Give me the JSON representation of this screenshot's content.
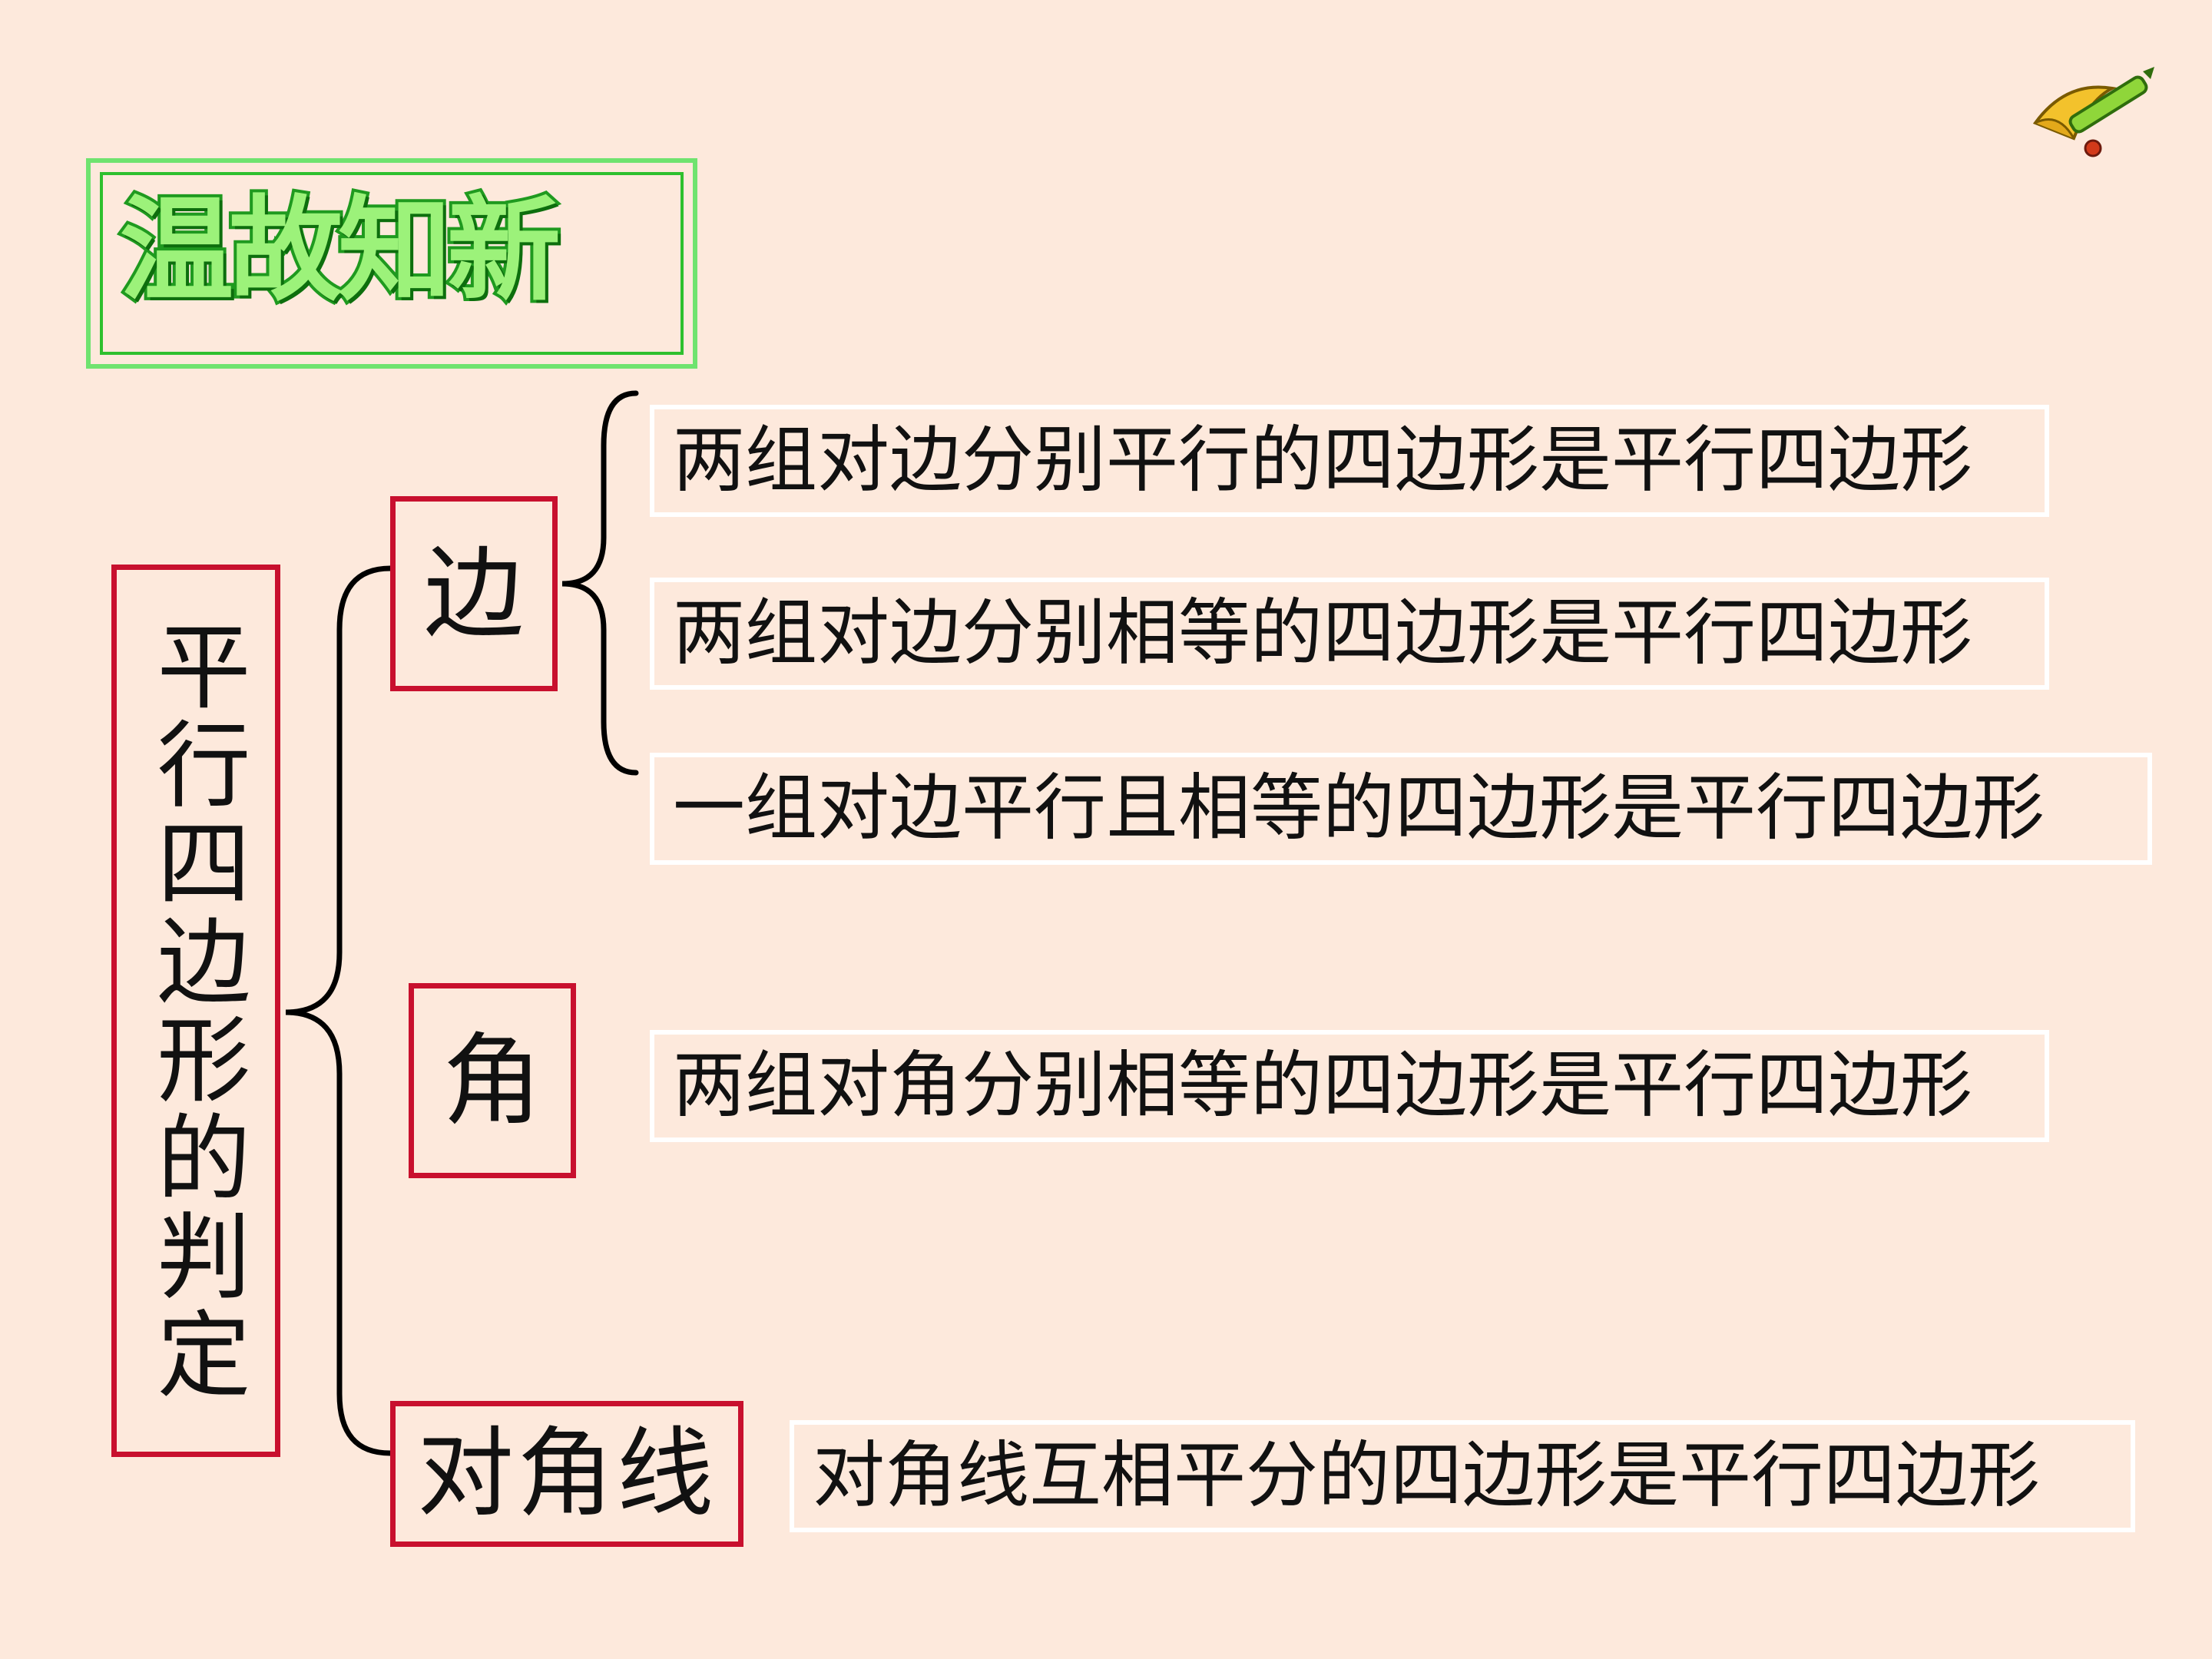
{
  "title": "温故知新",
  "root": "平行四边形的判定",
  "categories": {
    "side": "边",
    "angle": "角",
    "diagonal": "对角线"
  },
  "statements": {
    "side_1": "两组对边分别平行的四边形是平行四边形",
    "side_2": "两组对边分别相等的四边形是平行四边形",
    "side_3": "一组对边平行且相等的四边形是平行四边形",
    "angle_1": "两组对角分别相等的四边形是平行四边形",
    "diagonal_1": "对角线互相平分的四边形是平行四边形"
  },
  "colors": {
    "background": "#fde9dc",
    "category_border": "#c8102e",
    "statement_border": "#ffffff",
    "title_fill": "#9cf27a",
    "title_stroke": "#1f9a1f"
  },
  "icons": {
    "logo": "compass-pencil-icon"
  }
}
